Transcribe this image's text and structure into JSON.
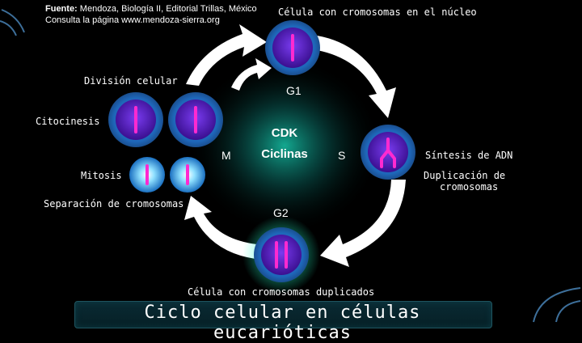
{
  "source": {
    "prefix": "Fuente:",
    "line1": "Mendoza, Biología II, Editorial Trillas, México",
    "line2": "Consulta la página www.mendoza-sierra.org"
  },
  "labels": {
    "top_cell": "Célula con cromosomas en el núcleo",
    "division": "División celular",
    "citocinesis": "Citocinesis",
    "mitosis": "Mitosis",
    "separacion": "Separación de cromosomas",
    "sintesis": "Síntesis de ADN",
    "duplicacion_1": "Duplicación de",
    "duplicacion_2": "cromosomas",
    "bottom_cell": "Célula con cromosomas duplicados"
  },
  "phases": {
    "g1": "G1",
    "s": "S",
    "g2": "G2",
    "m": "M"
  },
  "center": {
    "line1": "CDK",
    "line2": "Ciclinas"
  },
  "title": "Ciclo celular en células eucarióticas",
  "colors": {
    "cell_outer": "#2a7fd0",
    "nucleus": "#4a18a8",
    "chromosome": "#ff2ad0",
    "glow": "#19e0c0"
  }
}
